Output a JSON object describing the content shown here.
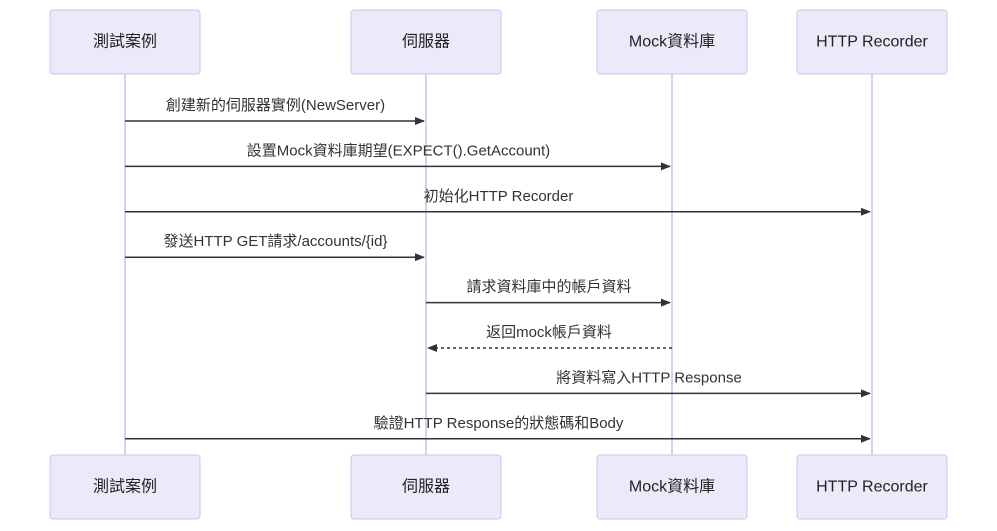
{
  "participants": [
    {
      "id": "test",
      "label": "測試案例"
    },
    {
      "id": "server",
      "label": "伺服器"
    },
    {
      "id": "mockdb",
      "label": "Mock資料庫"
    },
    {
      "id": "recorder",
      "label": "HTTP Recorder"
    }
  ],
  "messages": [
    {
      "from": "test",
      "to": "server",
      "text": "創建新的伺服器實例(NewServer)",
      "style": "solid"
    },
    {
      "from": "test",
      "to": "mockdb",
      "text": "設置Mock資料庫期望(EXPECT().GetAccount)",
      "style": "solid"
    },
    {
      "from": "test",
      "to": "recorder",
      "text": "初始化HTTP Recorder",
      "style": "solid"
    },
    {
      "from": "test",
      "to": "server",
      "text": "發送HTTP GET請求/accounts/{id}",
      "style": "solid"
    },
    {
      "from": "server",
      "to": "mockdb",
      "text": "請求資料庫中的帳戶資料",
      "style": "solid"
    },
    {
      "from": "mockdb",
      "to": "server",
      "text": "返回mock帳戶資料",
      "style": "dotted"
    },
    {
      "from": "server",
      "to": "recorder",
      "text": "將資料寫入HTTP Response",
      "style": "solid"
    },
    {
      "from": "test",
      "to": "recorder",
      "text": "驗證HTTP Response的狀態碼和Body",
      "style": "solid"
    }
  ]
}
